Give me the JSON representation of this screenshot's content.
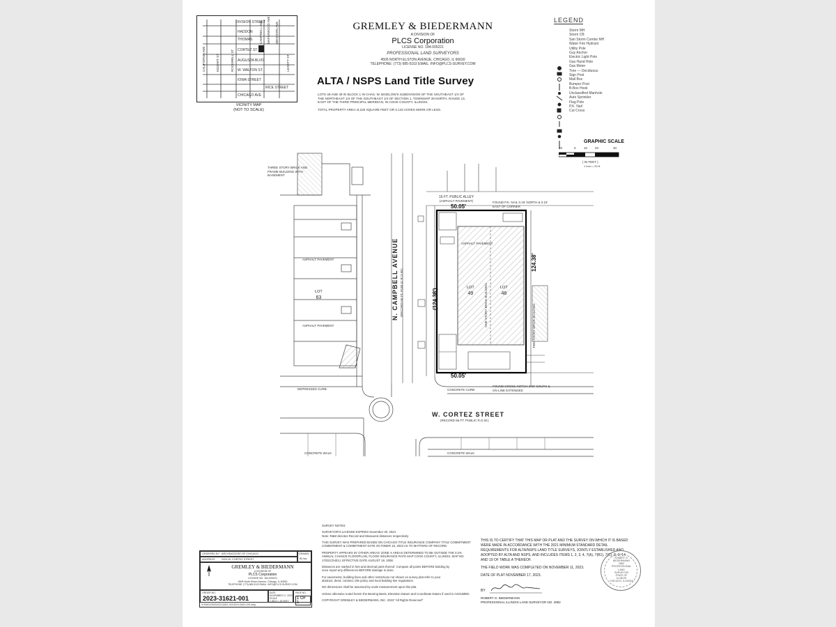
{
  "header": {
    "firm": "GREMLEY & BIEDERMANN",
    "division": "A DIVISION OF",
    "corp": "PLCS Corporation",
    "license": "LICENSE NO. 184-005221",
    "profession": "PROFESSIONAL LAND SURVEYORS",
    "address": "4505 NORTH ELSTON AVENUE, CHICAGO, IL 60630",
    "contact": "TELEPHONE: (773) 685-5102  EMAIL: INFO@PLCS-SURVEY.COM",
    "title": "ALTA / NSPS Land Title Survey",
    "legal_1": "LOTS 48 AND 49 IN BLOCK 1 IN CHAS. W. BIGELOW'S SUBDIVISION OF THE SOUTHEAST 1/4 OF",
    "legal_2": "THE NORTHEAST 1/4 OF THE SOUTHEAST 1/4 OF SECTION 1, TOWNSHIP 39 NORTH, RANGE 13,",
    "legal_3": "EAST OF THE THIRD PRINCIPAL MERIDIAN, IN COOK COUNTY, ILLINOIS.",
    "area": "TOTAL PROPERTY AREA=6,225 SQUARE FEET OR 0.143 ACRES MORE OR LESS."
  },
  "vicinity": {
    "caption_1": "VICINITY MAP",
    "caption_2": "(NOT TO SCALE)",
    "streets": [
      "DIVISION STREET",
      "HADDON",
      "THOMAS",
      "CORTEZ",
      "ST.",
      "AUGUSTA",
      "BLVD.",
      "W. WALTON ST.",
      "IOWA STREET",
      "RICE STREET",
      "CHICAGO AVE"
    ],
    "verticals": [
      "CALIFORNIA AVE",
      "MOZART ST",
      "ROCKWELL ST",
      "CAMPBELL AVE",
      "MAPLEWOOD AVE",
      "WESTERN AVE",
      "LEAVITT ST"
    ]
  },
  "legend": {
    "title": "LEGEND",
    "items": [
      "Storm MH",
      "Storm CB",
      "San Storm Combo MH",
      "Water Fire Hydrant",
      "Utility Pole",
      "Guy Anchor",
      "Electric Light Pole",
      "Gas Hand Hole",
      "Gas Meter",
      "Tree — Deciduous",
      "Sign Post",
      "Mail Box",
      "Bumper Post",
      "B-Box Hook",
      "Unclassified Manhole",
      "Auto Sprinkler",
      "Flag Pole",
      "P.K. Nail",
      "Cut Cross"
    ]
  },
  "scale": {
    "title": "GRAPHIC SCALE",
    "ticks": [
      "20",
      "0",
      "10",
      "20",
      "40"
    ],
    "unit": "( IN FEET )",
    "ratio": "1 inch = 20 ft."
  },
  "plan": {
    "street_campbell": "N. CAMPBELL AVENUE",
    "street_campbell_sub": "(RECORD 66 FT. PUBLIC R.O.W.)",
    "street_cortez": "W. CORTEZ STREET",
    "street_cortez_sub": "(RECORD 66 FT. PUBLIC R.O.W.)",
    "alley_1": "16 FT. PUBLIC ALLEY",
    "alley_2": "(ASPHALT PAVEMENT)",
    "dim_top": "50.05'",
    "dim_bottom": "50.05'",
    "dim_left": "(124.38')",
    "dim_right": "124.38'",
    "lot_49_lbl": "LOT",
    "lot_49": "49",
    "lot_48_lbl": "LOT",
    "lot_48": "48",
    "lot_63_lbl": "LOT",
    "lot_63": "63",
    "building": "ONE STORY BRICK BUILDING",
    "asphalt": "ASPHALT PAVEMENT",
    "concrete_walk": "CONCRETE WALK",
    "concrete_curb": "CONCRETE CURB",
    "depressed_curb": "DEPRESSED CURB",
    "note_nail": "FOUND P.K. NAIL 0.16' NORTH & 0.16' EAST OF CORNER",
    "note_cross": "FOUND CROSS NOTCH 3.00' SOUTH & ON LINE EXTENDED",
    "note_brick": "THREE STORY BRICK AND FRAME BUILDING WITH BASEMENT",
    "note_frame": "TWO STORY BRICK BUILDING"
  },
  "notes": {
    "heading": "SURVEY NOTES",
    "lines": [
      "SURVEYOR'S LICENSE EXPIRES November 30, 2024",
      "Note: R&M denotes Record and Measured distances respectively",
      "THIS SURVEY WAS PREPARED BASED ON CHICAGO TITLE INSURANCE COMPANY TITLE COMMITMENT",
      "COMMITMENT & COMMITMENT DATE OCTOBER 16, 2023 AS TO MATTERS OF RECORD.",
      "PROPERTY APPEARS IN 'OTHER AREAS' ZONE X AREAS DETERMINED TO BE OUTSIDE THE 0.2%",
      "ANNUAL CHANCE FLOODPLAIN, FLOOD INSURANCE RATE MAP COOK COUNTY, ILLINOIS, MAP NO.",
      "17031C0401J, EFFECTIVE DATE AUGUST 19, 2008.",
      "Distances are marked in feet and decimal parts thereof. Compare all points BEFORE building by",
      "once report any differences BEFORE damage is done.",
      "For easements, building lines and other restrictions not shown on survey plat refer to your",
      "abstract, deed, contract, title policy and local building line regulations.",
      "NO dimensions shall be assumed by scale measurement upon this plat.",
      "Unless otherwise noted herein the Bearing Basis, Elevation Datum and Coordinate Datum if used is ASSUMED.",
      "COPYRIGHT GREMLEY & BIEDERMANN, INC. 2023  \"All Rights Reserved\""
    ]
  },
  "certificate": {
    "lines": [
      "THIS IS TO CERTIFY THAT THIS MAP OR PLAT AND THE SURVEY ON WHICH IT IS BASED",
      "WERE MADE IN ACCORDANCE WITH THE 2021 MINIMUM STANDARD DETAIL",
      "REQUIREMENTS FOR ALTA/NSPS LAND TITLE SURVEYS, JOINTLY ESTABLISHED AND",
      "ADOPTED BY ALTA AND NSPS, AND INCLUDES ITEMS 1, 2, 3, 4, 7(A), 7(B1), 7(C), 8, 9, 14",
      "AND 19 OF TABLE A THEREOF."
    ],
    "field": "THE FIELD WORK WAS COMPLETED ON NOVEMBER 11, 2023.",
    "date": "DATE OF PLAT NOVEMBER 17, 2023.",
    "by": "BY",
    "signer": "ROBERT G. BIEDERMANN",
    "signer_title": "PROFESSIONAL ILLINOIS LAND SURVEYOR NO. 2882",
    "seal_lines": [
      "ROBERT G.",
      "BIEDERMANN",
      "2882",
      "PROFESSIONAL",
      "LAND",
      "SURVEYOR",
      "STATE OF",
      "ILLINOIS",
      "CHICAGO, ILLINOIS"
    ]
  },
  "titleblock": {
    "ordered_by_lbl": "ORDERED BY",
    "ordered_by": "ARCHDIOCESE OF CHICAGO",
    "address_lbl": "ADDRESS",
    "address": "2424 W. CORTEZ STREET",
    "drawn_lbl": "DRAWN",
    "drawn": "BL/sw",
    "firm": "GREMLEY & BIEDERMANN",
    "division": "A DIVISION OF",
    "corp": "PLCS Corporation",
    "license": "LICENSE NO. 184-005221",
    "address_line": "4505 North Elston Avenue, Chicago, IL 60630",
    "contact": "TELEPHONE: (773) 685-5102   EMAIL: INFO@PLCS-SURVEY.COM",
    "order_lbl": "ORDER NO.",
    "order_no": "2023-31621-001",
    "date_lbl": "DATE",
    "date": "NOVEMBER 17, 2023",
    "scale_lbl": "SCALE",
    "scale": "1 INCH = 20 FEET",
    "page_lbl": "PAGE NO.",
    "page": "1 OF 1",
    "path": "S:\\DWG\\2023\\2023-31621-001\\2023-31621-001.dwg"
  },
  "colors": {
    "background": "#e9e9e9",
    "sheet": "#ffffff",
    "ink": "#111111"
  }
}
